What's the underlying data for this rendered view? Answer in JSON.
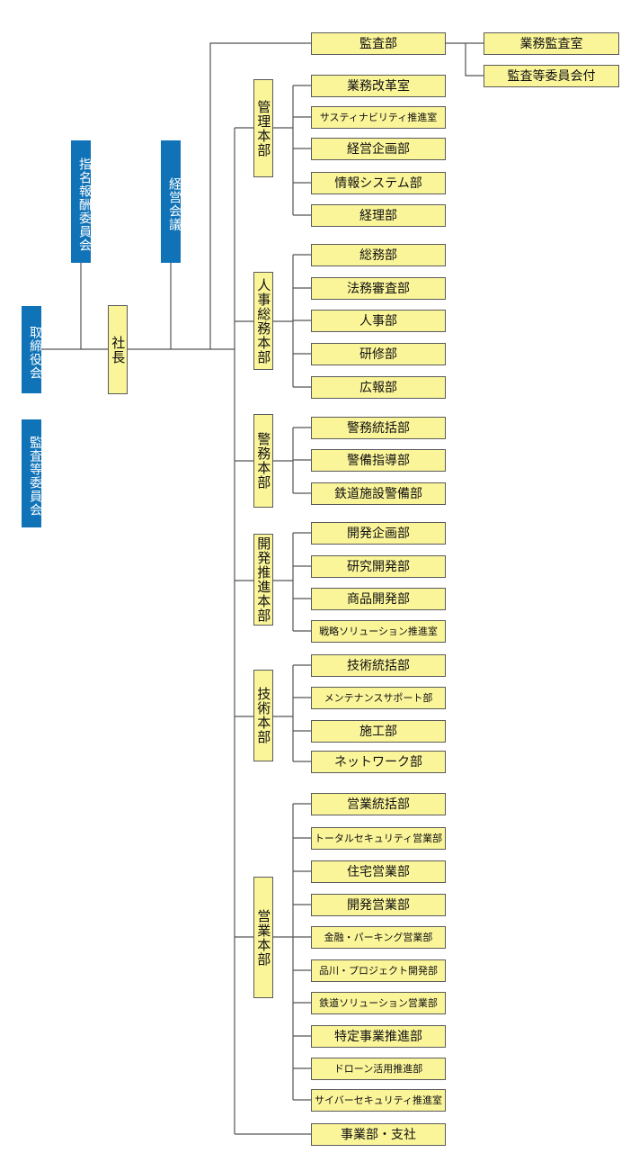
{
  "governance": {
    "board": "取締役会",
    "audit_committee": "監査等委員会",
    "nomination_committee": "指名報酬委員会",
    "management_council": "経営会議",
    "president": "社長"
  },
  "audit": {
    "dept": "監査部",
    "children": [
      "業務監査室",
      "監査等委員会付"
    ]
  },
  "divisions": [
    {
      "label": "管理本部",
      "depts": [
        "業務改革室",
        "サスティナビリティ推進室",
        "経営企画部",
        "情報システム部",
        "経理部"
      ]
    },
    {
      "label": "人事総務本部",
      "depts": [
        "総務部",
        "法務審査部",
        "人事部",
        "研修部",
        "広報部"
      ]
    },
    {
      "label": "警務本部",
      "depts": [
        "警務統括部",
        "警備指導部",
        "鉄道施設警備部"
      ]
    },
    {
      "label": "開発推進本部",
      "depts": [
        "開発企画部",
        "研究開発部",
        "商品開発部",
        "戦略ソリューション推進室"
      ]
    },
    {
      "label": "技術本部",
      "depts": [
        "技術統括部",
        "メンテナンスサポート部",
        "施工部",
        "ネットワーク部"
      ]
    },
    {
      "label": "営業本部",
      "depts": [
        "営業統括部",
        "トータルセキュリティ営業部",
        "住宅営業部",
        "開発営業部",
        "金融・パーキング営業部",
        "品川・プロジェクト開発部",
        "鉄道ソリューション営業部",
        "特定事業推進部",
        "ドローン活用推進部",
        "サイバーセキュリティ推進室"
      ]
    }
  ],
  "branch": "事業部・支社",
  "colors": {
    "box_fill": "#fbf59a",
    "box_border": "#5a5a5a",
    "governance_fill": "#1073b8",
    "line": "#555555"
  }
}
